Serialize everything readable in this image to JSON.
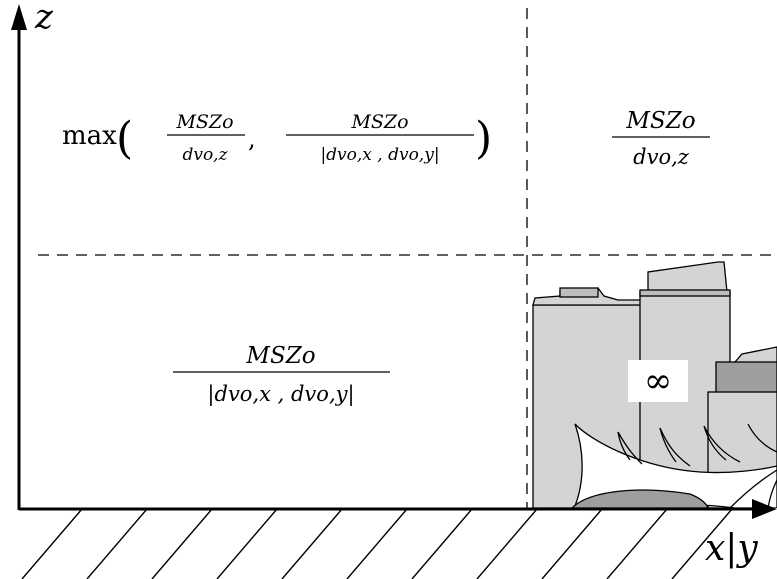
{
  "axes": {
    "vertical_label": "z",
    "horizontal_label": "x|y"
  },
  "regions": {
    "top_left": {
      "prefix": "max",
      "fraction_1": {
        "numerator": "MSZo",
        "denominator": "dvo,z"
      },
      "separator": ",",
      "fraction_2": {
        "numerator": "MSZo",
        "denominator": "|dvo,x , dvo,y|"
      }
    },
    "top_right": {
      "fraction": {
        "numerator": "MSZo",
        "denominator": "dvo,z"
      }
    },
    "bottom_left": {
      "fraction": {
        "numerator": "MSZo",
        "denominator": "|dvo,x , dvo,y|"
      }
    },
    "bottom_right": {
      "symbol": "∞"
    }
  },
  "colors": {
    "building_light": "#d4d4d4",
    "building_mid": "#bdbdbd",
    "building_dark": "#9e9e9e",
    "stroke": "#000000"
  }
}
